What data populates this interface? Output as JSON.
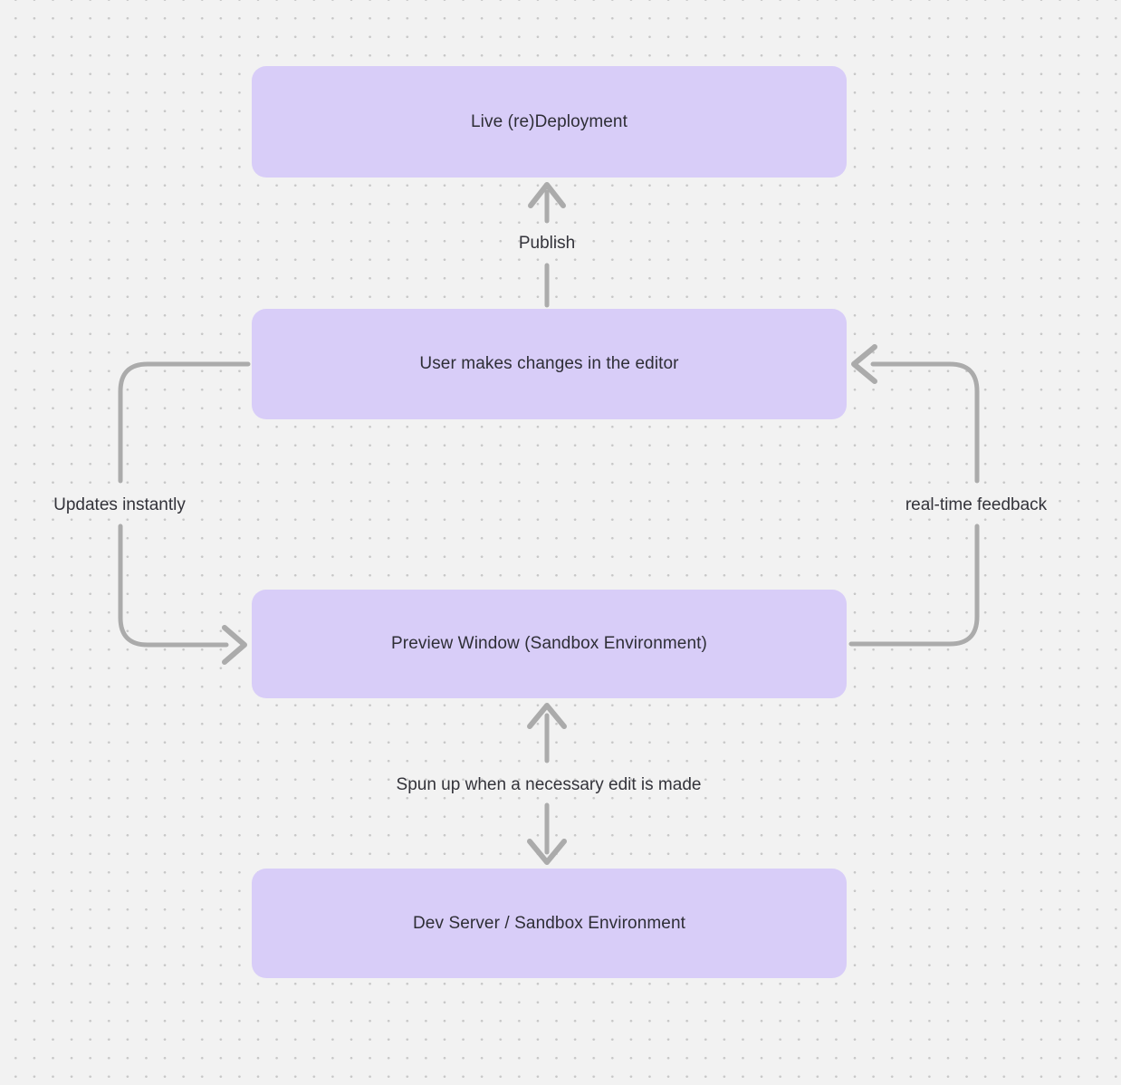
{
  "diagram": {
    "type": "flowchart",
    "background": {
      "color": "#f2f2f2",
      "pattern": "dot-grid",
      "dot_color": "#c7c7c7"
    },
    "colors": {
      "node_fill": "#d8cdf8",
      "edge_stroke": "#ababab",
      "node_text": "#2e2e36",
      "edge_label_text": "#33333a"
    },
    "nodes": [
      {
        "id": "live-deployment",
        "label": "Live (re)Deployment"
      },
      {
        "id": "editor",
        "label": "User makes changes in the editor"
      },
      {
        "id": "preview-window",
        "label": "Preview Window (Sandbox Environment)"
      },
      {
        "id": "dev-server",
        "label": "Dev Server / Sandbox Environment"
      }
    ],
    "edges": [
      {
        "from": "editor",
        "to": "live-deployment",
        "label": "Publish",
        "direction": "up"
      },
      {
        "from": "editor",
        "to": "preview-window",
        "label": "Updates instantly",
        "direction": "down-left-side"
      },
      {
        "from": "preview-window",
        "to": "editor",
        "label": "real-time feedback",
        "direction": "up-right-side"
      },
      {
        "from": "preview-window",
        "to": "dev-server",
        "label": "Spun up when a necessary edit is made",
        "direction": "bidirectional"
      }
    ]
  }
}
